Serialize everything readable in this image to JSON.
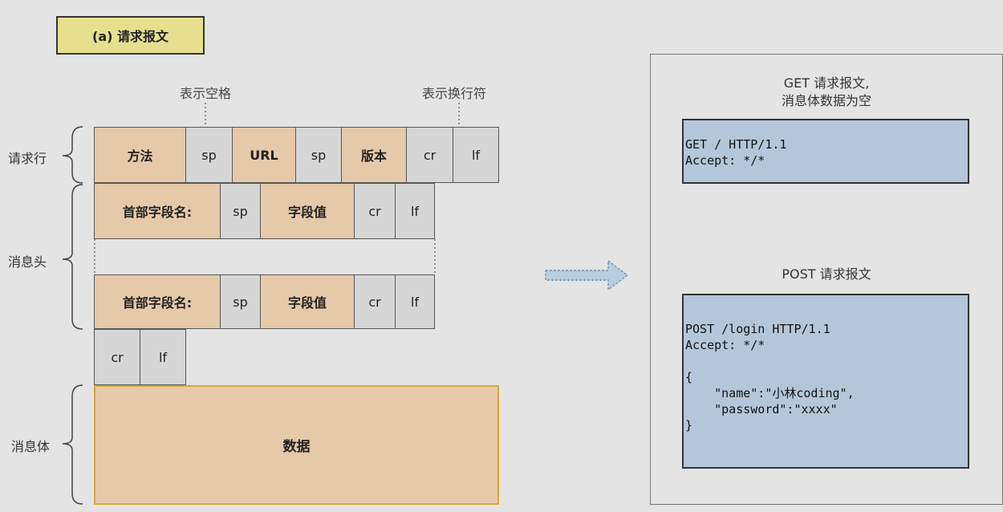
{
  "title": "(a) 请求报文",
  "annotations": {
    "sp_note": "表示空格",
    "crlf_note": "表示换行符"
  },
  "labels": {
    "request_line": "请求行",
    "headers": "消息头",
    "body": "消息体"
  },
  "request_line": {
    "method": "方法",
    "sp1": "sp",
    "url": "URL",
    "sp2": "sp",
    "version": "版本",
    "cr": "cr",
    "lf": "lf"
  },
  "header_row": {
    "name": "首部字段名:",
    "sp": "sp",
    "value": "字段值",
    "cr": "cr",
    "lf": "lf"
  },
  "blank_line": {
    "cr": "cr",
    "lf": "lf"
  },
  "body_cell": "数据",
  "examples": {
    "get_caption_line1": "GET 请求报文,",
    "get_caption_line2": "消息体数据为空",
    "get_code": "GET / HTTP/1.1\nAccept: */*",
    "post_caption": "POST 请求报文",
    "post_code": "POST /login HTTP/1.1\nAccept: */*\n\n{\n    \"name\":\"小林coding\",\n    \"password\":\"xxxx\"\n}"
  },
  "colors": {
    "title_bg": "#e6e08e",
    "field_tan": "#e6c9a9",
    "field_grey": "#d6d6d6",
    "code_bg": "#b4c7da",
    "arrow": "#b7cde0"
  }
}
